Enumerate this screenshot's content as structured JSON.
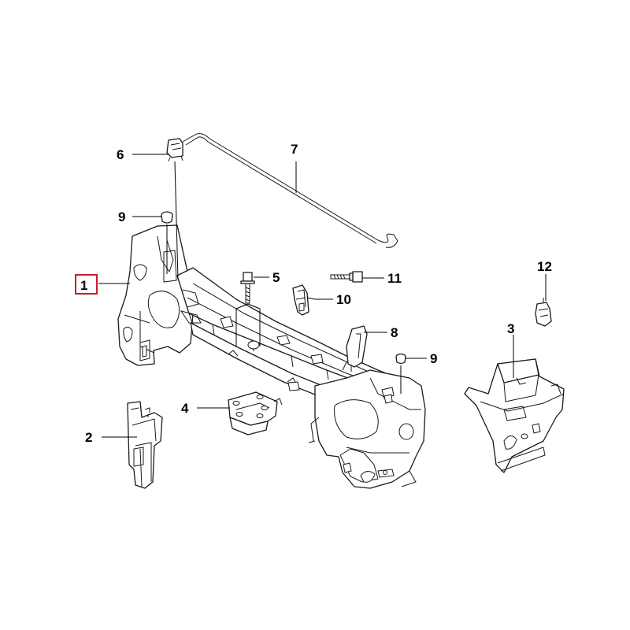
{
  "colors": {
    "line": "#1a1a1a",
    "highlight": "#c0222c",
    "background": "#ffffff"
  },
  "callouts": {
    "c1": "1",
    "c2": "2",
    "c3": "3",
    "c4": "4",
    "c5": "5",
    "c6": "6",
    "c7": "7",
    "c8": "8",
    "c9a": "9",
    "c9b": "9",
    "c10": "10",
    "c11": "11",
    "c12": "12"
  },
  "highlighted_callout": "1"
}
